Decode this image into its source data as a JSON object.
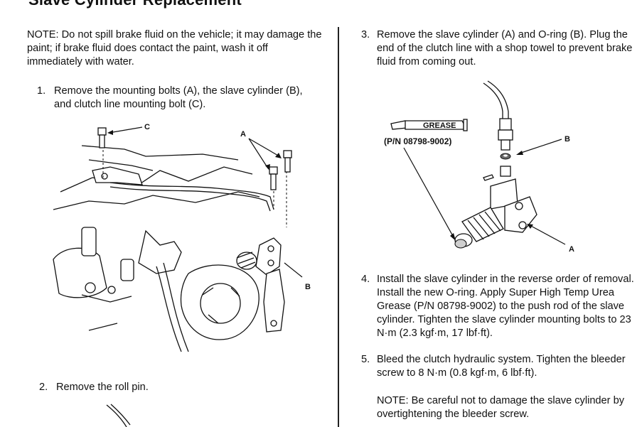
{
  "title": "Slave Cylinder Replacement",
  "note_top": "NOTE: Do not spill brake fluid on the vehicle; it may damage the paint; if brake fluid does contact the paint, wash it off immediately with water.",
  "steps": [
    {
      "num": "1.",
      "text": "Remove the mounting bolts (A), the slave cylinder (B), and clutch line mounting bolt (C)."
    },
    {
      "num": "2.",
      "text": "Remove the roll pin."
    },
    {
      "num": "3.",
      "text": "Remove the slave cylinder (A) and O-ring (B). Plug the end of the clutch line with a shop towel to prevent brake fluid from coming out."
    },
    {
      "num": "4.",
      "text": "Install the slave cylinder in the reverse order of removal. Install the new O-ring. Apply Super High Temp Urea Grease (P/N 08798-9002) to the push rod of the slave cylinder. Tighten the slave cylinder mounting bolts to 23 N·m (2.3 kgf·m, 17 lbf·ft)."
    },
    {
      "num": "5.",
      "text": "Bleed the clutch hydraulic system. Tighten the bleeder screw to 8 N·m (0.8 kgf·m, 6 lbf·ft)."
    }
  ],
  "note_bottom": "NOTE: Be careful not to damage the slave cylinder by overtightening the bleeder screw.",
  "figure1": {
    "callout_a": "A",
    "callout_b": "B",
    "callout_c": "C"
  },
  "figure2": {
    "callout_a": "A",
    "callout_b": "B",
    "grease_tube_label": "GREASE",
    "part_number": "(P/N 08798-9002)"
  }
}
